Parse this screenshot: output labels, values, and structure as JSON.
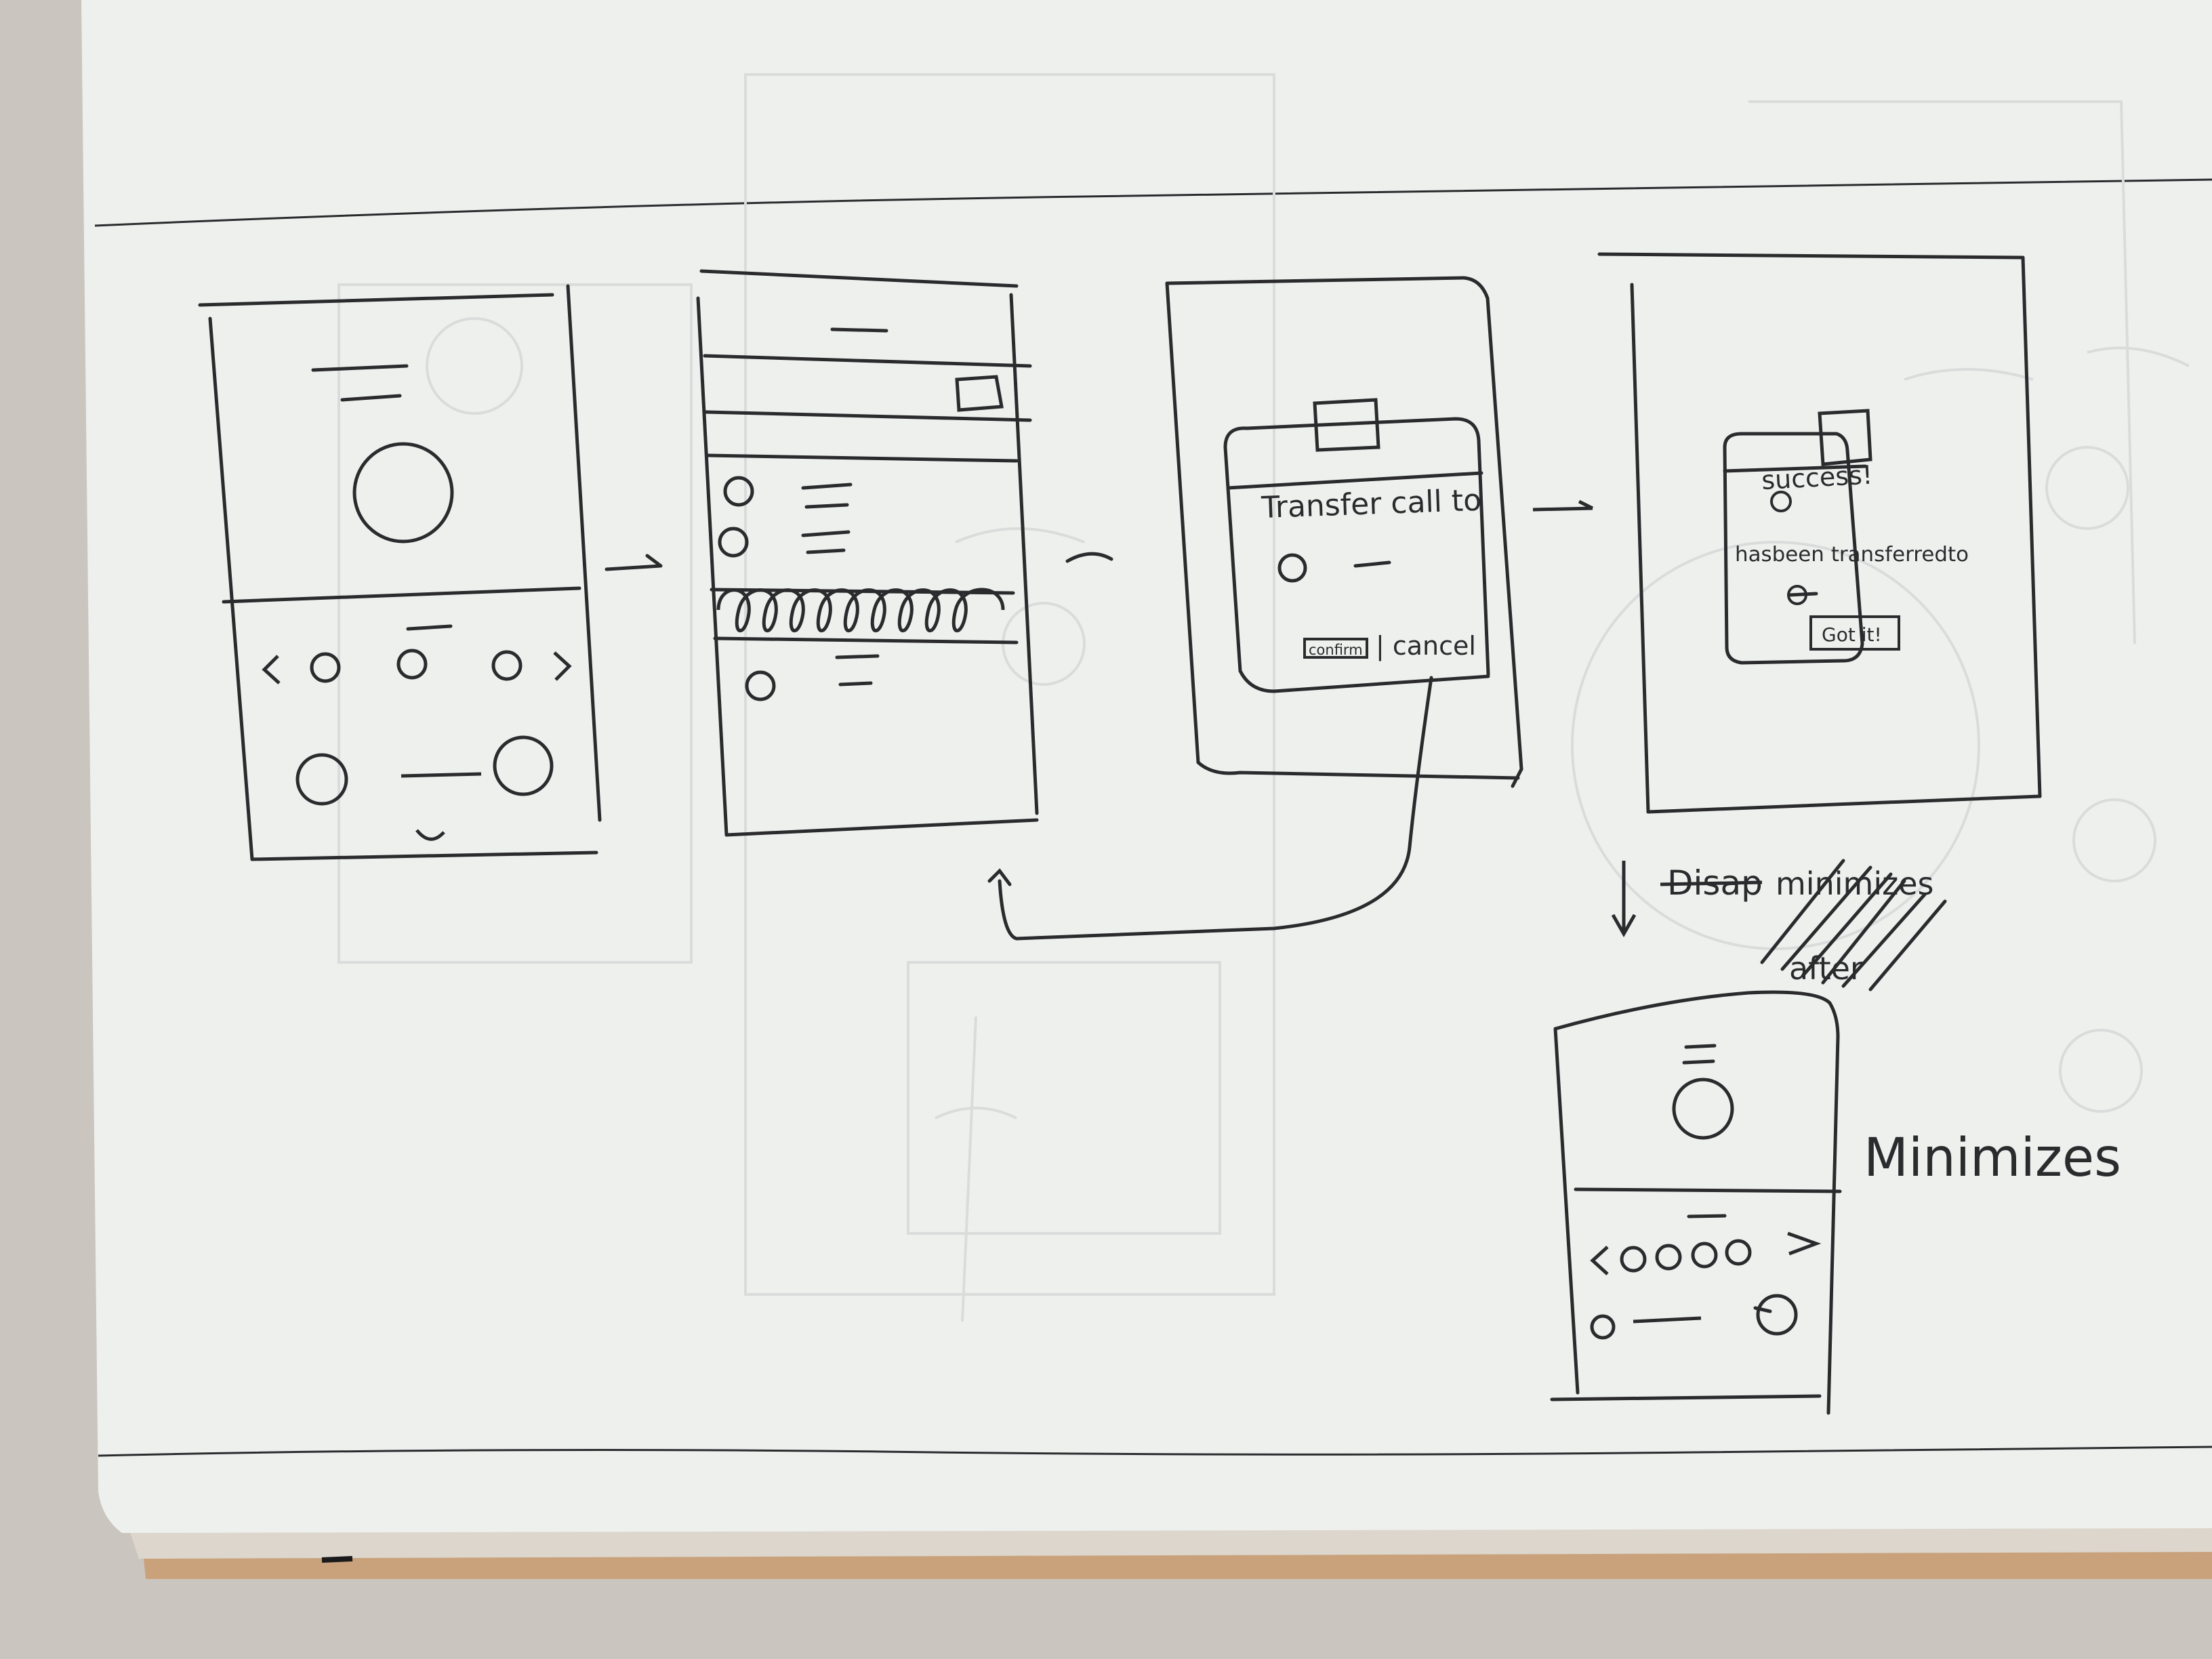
{
  "colors": {
    "background": "#cbc5c0",
    "paper": "#eef0ee",
    "ink": "#2b2b2e",
    "ghost_ink": "#d9dcdb",
    "page_edge": "#c9a27c"
  },
  "frames": [
    {
      "id": "call-screen",
      "icons": [
        "avatar-circle-icon",
        "chevron-left-icon",
        "chevron-right-icon",
        "end-call-circle-icon"
      ]
    },
    {
      "id": "contact-list",
      "icons": [
        "contact-circle-icon",
        "scribble-highlight-icon"
      ]
    },
    {
      "id": "transfer-dialog",
      "texts": {
        "title": "Transfer call to",
        "confirm": "confirm",
        "cancel": "| cancel"
      }
    },
    {
      "id": "success-dialog",
      "texts": {
        "title": "success!",
        "body": "hasbeen transferredto",
        "button": "Got it!"
      }
    },
    {
      "id": "minimized-screen",
      "icons": [
        "avatar-circle-icon",
        "chevron-left-icon",
        "chevron-right-icon"
      ]
    }
  ],
  "annotations": {
    "struck_out": "Disap",
    "scribbled_word": "minimizes",
    "crossed_word": "after",
    "side_note": "Minimizes"
  }
}
